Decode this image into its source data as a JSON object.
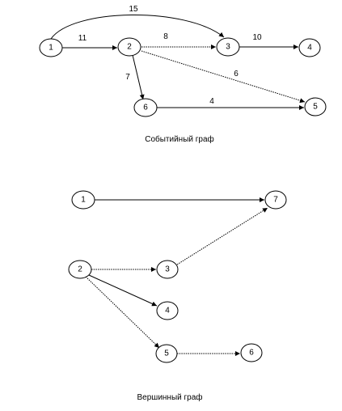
{
  "graph1": {
    "caption": "Событийный граф",
    "nodes": [
      "1",
      "2",
      "3",
      "4",
      "5",
      "6"
    ],
    "edges": [
      {
        "from": "1",
        "to": "2",
        "label": "11"
      },
      {
        "from": "1",
        "to": "3",
        "label": "15"
      },
      {
        "from": "2",
        "to": "3",
        "label": "8"
      },
      {
        "from": "3",
        "to": "4",
        "label": "10"
      },
      {
        "from": "2",
        "to": "6",
        "label": "7"
      },
      {
        "from": "2",
        "to": "5",
        "label": "6"
      },
      {
        "from": "6",
        "to": "5",
        "label": "4"
      }
    ]
  },
  "graph2": {
    "caption": "Вершинный граф",
    "nodes": [
      "1",
      "2",
      "3",
      "4",
      "5",
      "6",
      "7"
    ],
    "edges": [
      {
        "from": "1",
        "to": "7"
      },
      {
        "from": "2",
        "to": "3"
      },
      {
        "from": "3",
        "to": "7"
      },
      {
        "from": "2",
        "to": "4"
      },
      {
        "from": "2",
        "to": "5"
      },
      {
        "from": "5",
        "to": "6"
      }
    ]
  }
}
